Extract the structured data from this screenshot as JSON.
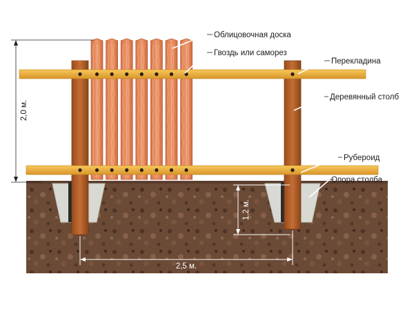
{
  "labels": {
    "cladding_board": "Облицовочная доска",
    "nail_or_screw": "Гвоздь или саморез",
    "crossbar": "Перекладина",
    "wooden_post": "Деревянный столб",
    "roofing_felt": "Рубероид",
    "post_support": "Опора столба"
  },
  "dimensions": {
    "height": "2,0 м.",
    "depth": "1,2 м.",
    "span": "2,5 м."
  },
  "colors": {
    "soil": "#6b4a36",
    "soil_dark": "#3f2a1d",
    "post": "#b5622c",
    "post_shadow": "#8a4518",
    "board": "#e07f52",
    "board_grain": "#f2a880",
    "crossbar": "#f2b33b",
    "crossbar_dark": "#d28f1f",
    "concrete": "#d9d9d3",
    "nail": "#2a1a10"
  }
}
